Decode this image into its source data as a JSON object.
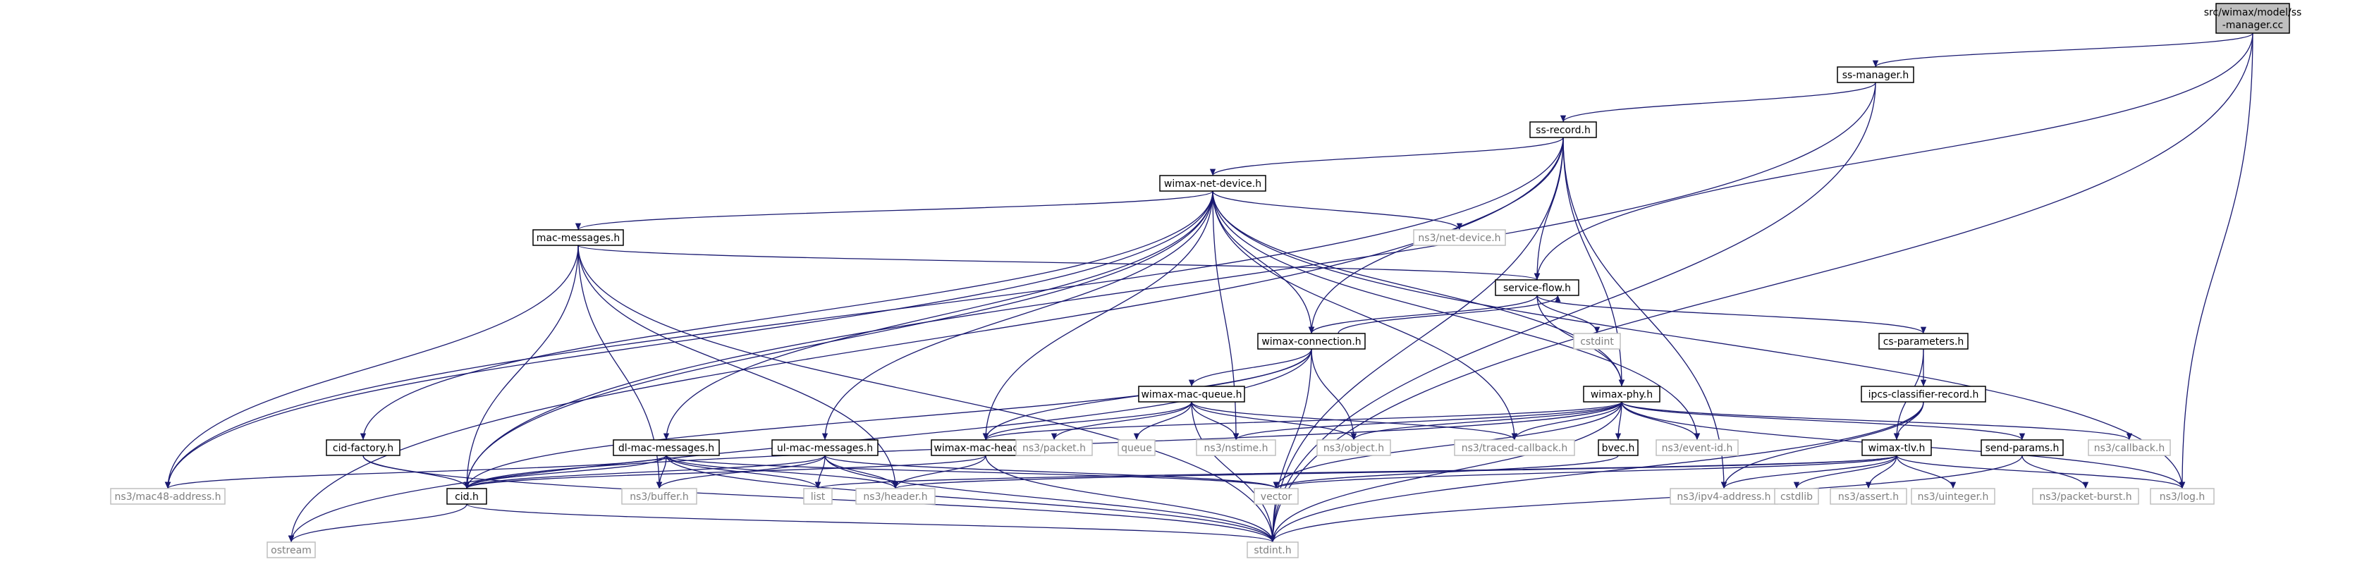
{
  "graph": {
    "colors": {
      "edge": "#191970",
      "root_fill": "#bfbfbf",
      "local_stroke": "#000000",
      "local_text": "#000000",
      "external_stroke": "#bfbfbf",
      "external_text": "#7f7f7f"
    },
    "root": {
      "id": "root",
      "lines": [
        "src/wimax/model/ss",
        "-manager.cc"
      ]
    },
    "nodes": [
      {
        "id": "ss-manager",
        "label": "ss-manager.h",
        "kind": "local"
      },
      {
        "id": "ss-record",
        "label": "ss-record.h",
        "kind": "local"
      },
      {
        "id": "wimax-net-device",
        "label": "wimax-net-device.h",
        "kind": "local"
      },
      {
        "id": "mac-messages",
        "label": "mac-messages.h",
        "kind": "local"
      },
      {
        "id": "net-device",
        "label": "ns3/net-device.h",
        "kind": "external"
      },
      {
        "id": "service-flow",
        "label": "service-flow.h",
        "kind": "local"
      },
      {
        "id": "cstdint",
        "label": "cstdint",
        "kind": "external"
      },
      {
        "id": "cs-parameters",
        "label": "cs-parameters.h",
        "kind": "local"
      },
      {
        "id": "wimax-connection",
        "label": "wimax-connection.h",
        "kind": "local"
      },
      {
        "id": "ipcs-classifier-record",
        "label": "ipcs-classifier-record.h",
        "kind": "local"
      },
      {
        "id": "wimax-mac-queue",
        "label": "wimax-mac-queue.h",
        "kind": "local"
      },
      {
        "id": "wimax-phy",
        "label": "wimax-phy.h",
        "kind": "local"
      },
      {
        "id": "cid-factory",
        "label": "cid-factory.h",
        "kind": "local"
      },
      {
        "id": "dl-mac-messages",
        "label": "dl-mac-messages.h",
        "kind": "local"
      },
      {
        "id": "ul-mac-messages",
        "label": "ul-mac-messages.h",
        "kind": "local"
      },
      {
        "id": "wimax-mac-header",
        "label": "wimax-mac-header.h",
        "kind": "local"
      },
      {
        "id": "packet",
        "label": "ns3/packet.h",
        "kind": "external"
      },
      {
        "id": "queue",
        "label": "queue",
        "kind": "external"
      },
      {
        "id": "nstime",
        "label": "ns3/nstime.h",
        "kind": "external"
      },
      {
        "id": "object",
        "label": "ns3/object.h",
        "kind": "external"
      },
      {
        "id": "traced-callback",
        "label": "ns3/traced-callback.h",
        "kind": "external"
      },
      {
        "id": "bvec",
        "label": "bvec.h",
        "kind": "local"
      },
      {
        "id": "event-id",
        "label": "ns3/event-id.h",
        "kind": "external"
      },
      {
        "id": "wimax-tlv",
        "label": "wimax-tlv.h",
        "kind": "local"
      },
      {
        "id": "send-params",
        "label": "send-params.h",
        "kind": "local"
      },
      {
        "id": "callback",
        "label": "ns3/callback.h",
        "kind": "external"
      },
      {
        "id": "mac48-address",
        "label": "ns3/mac48-address.h",
        "kind": "external"
      },
      {
        "id": "buffer",
        "label": "ns3/buffer.h",
        "kind": "external"
      },
      {
        "id": "cid",
        "label": "cid.h",
        "kind": "local"
      },
      {
        "id": "list",
        "label": "list",
        "kind": "external"
      },
      {
        "id": "header",
        "label": "ns3/header.h",
        "kind": "external"
      },
      {
        "id": "vector",
        "label": "vector",
        "kind": "external"
      },
      {
        "id": "ipv4-address",
        "label": "ns3/ipv4-address.h",
        "kind": "external"
      },
      {
        "id": "cstdlib",
        "label": "cstdlib",
        "kind": "external"
      },
      {
        "id": "assert",
        "label": "ns3/assert.h",
        "kind": "external"
      },
      {
        "id": "uinteger",
        "label": "ns3/uinteger.h",
        "kind": "external"
      },
      {
        "id": "packet-burst",
        "label": "ns3/packet-burst.h",
        "kind": "external"
      },
      {
        "id": "log",
        "label": "ns3/log.h",
        "kind": "external"
      },
      {
        "id": "ostream",
        "label": "ostream",
        "kind": "external"
      },
      {
        "id": "stdint",
        "label": "stdint.h",
        "kind": "external"
      }
    ],
    "edges": [
      [
        "root",
        "ss-manager"
      ],
      [
        "root",
        "service-flow"
      ],
      [
        "root",
        "log"
      ],
      [
        "root",
        "stdint"
      ],
      [
        "ss-manager",
        "ss-record"
      ],
      [
        "ss-manager",
        "cid"
      ],
      [
        "ss-manager",
        "stdint"
      ],
      [
        "ss-record",
        "wimax-net-device"
      ],
      [
        "ss-record",
        "service-flow"
      ],
      [
        "ss-record",
        "wimax-connection"
      ],
      [
        "ss-record",
        "wimax-phy"
      ],
      [
        "ss-record",
        "mac48-address"
      ],
      [
        "ss-record",
        "ipv4-address"
      ],
      [
        "ss-record",
        "ostream"
      ],
      [
        "ss-record",
        "stdint"
      ],
      [
        "wimax-net-device",
        "mac-messages"
      ],
      [
        "wimax-net-device",
        "net-device"
      ],
      [
        "wimax-net-device",
        "wimax-connection"
      ],
      [
        "wimax-net-device",
        "wimax-phy"
      ],
      [
        "wimax-net-device",
        "cid-factory"
      ],
      [
        "wimax-net-device",
        "dl-mac-messages"
      ],
      [
        "wimax-net-device",
        "ul-mac-messages"
      ],
      [
        "wimax-net-device",
        "wimax-mac-header"
      ],
      [
        "wimax-net-device",
        "nstime"
      ],
      [
        "wimax-net-device",
        "traced-callback"
      ],
      [
        "wimax-net-device",
        "event-id"
      ],
      [
        "wimax-net-device",
        "mac48-address"
      ],
      [
        "wimax-net-device",
        "cid"
      ],
      [
        "wimax-net-device",
        "log"
      ],
      [
        "mac-messages",
        "service-flow"
      ],
      [
        "mac-messages",
        "cid"
      ],
      [
        "mac-messages",
        "mac48-address"
      ],
      [
        "mac-messages",
        "buffer"
      ],
      [
        "mac-messages",
        "header"
      ],
      [
        "mac-messages",
        "stdint"
      ],
      [
        "service-flow",
        "cstdint"
      ],
      [
        "service-flow",
        "cs-parameters"
      ],
      [
        "service-flow",
        "wimax-connection"
      ],
      [
        "service-flow",
        "wimax-phy"
      ],
      [
        "cs-parameters",
        "ipcs-classifier-record"
      ],
      [
        "cs-parameters",
        "wimax-tlv"
      ],
      [
        "wimax-connection",
        "service-flow"
      ],
      [
        "wimax-connection",
        "wimax-mac-queue"
      ],
      [
        "wimax-connection",
        "wimax-mac-header"
      ],
      [
        "wimax-connection",
        "object"
      ],
      [
        "wimax-connection",
        "cid"
      ],
      [
        "wimax-connection",
        "ostream"
      ],
      [
        "wimax-connection",
        "stdint"
      ],
      [
        "ipcs-classifier-record",
        "wimax-tlv"
      ],
      [
        "ipcs-classifier-record",
        "ipv4-address"
      ],
      [
        "ipcs-classifier-record",
        "stdint"
      ],
      [
        "wimax-mac-queue",
        "wimax-mac-header"
      ],
      [
        "wimax-mac-queue",
        "packet"
      ],
      [
        "wimax-mac-queue",
        "queue"
      ],
      [
        "wimax-mac-queue",
        "nstime"
      ],
      [
        "wimax-mac-queue",
        "object"
      ],
      [
        "wimax-mac-queue",
        "traced-callback"
      ],
      [
        "wimax-mac-queue",
        "stdint"
      ],
      [
        "wimax-phy",
        "wimax-mac-header"
      ],
      [
        "wimax-phy",
        "nstime"
      ],
      [
        "wimax-phy",
        "object"
      ],
      [
        "wimax-phy",
        "traced-callback"
      ],
      [
        "wimax-phy",
        "bvec"
      ],
      [
        "wimax-phy",
        "event-id"
      ],
      [
        "wimax-phy",
        "send-params"
      ],
      [
        "wimax-phy",
        "callback"
      ],
      [
        "wimax-phy",
        "cid"
      ],
      [
        "wimax-phy",
        "vector"
      ],
      [
        "wimax-phy",
        "log"
      ],
      [
        "wimax-phy",
        "stdint"
      ],
      [
        "cid-factory",
        "cid"
      ],
      [
        "cid-factory",
        "stdint"
      ],
      [
        "dl-mac-messages",
        "cid"
      ],
      [
        "dl-mac-messages",
        "mac48-address"
      ],
      [
        "dl-mac-messages",
        "buffer"
      ],
      [
        "dl-mac-messages",
        "list"
      ],
      [
        "dl-mac-messages",
        "header"
      ],
      [
        "dl-mac-messages",
        "vector"
      ],
      [
        "dl-mac-messages",
        "stdint"
      ],
      [
        "ul-mac-messages",
        "cid"
      ],
      [
        "ul-mac-messages",
        "buffer"
      ],
      [
        "ul-mac-messages",
        "list"
      ],
      [
        "ul-mac-messages",
        "header"
      ],
      [
        "ul-mac-messages",
        "vector"
      ],
      [
        "ul-mac-messages",
        "stdint"
      ],
      [
        "wimax-mac-header",
        "cid"
      ],
      [
        "wimax-mac-header",
        "header"
      ],
      [
        "wimax-mac-header",
        "stdint"
      ],
      [
        "bvec",
        "vector"
      ],
      [
        "wimax-tlv",
        "header"
      ],
      [
        "wimax-tlv",
        "list"
      ],
      [
        "wimax-tlv",
        "vector"
      ],
      [
        "wimax-tlv",
        "ipv4-address"
      ],
      [
        "wimax-tlv",
        "cstdlib"
      ],
      [
        "wimax-tlv",
        "assert"
      ],
      [
        "wimax-tlv",
        "uinteger"
      ],
      [
        "wimax-tlv",
        "log"
      ],
      [
        "send-params",
        "packet-burst"
      ],
      [
        "send-params",
        "stdint"
      ],
      [
        "cid",
        "ostream"
      ],
      [
        "cid",
        "stdint"
      ]
    ]
  }
}
